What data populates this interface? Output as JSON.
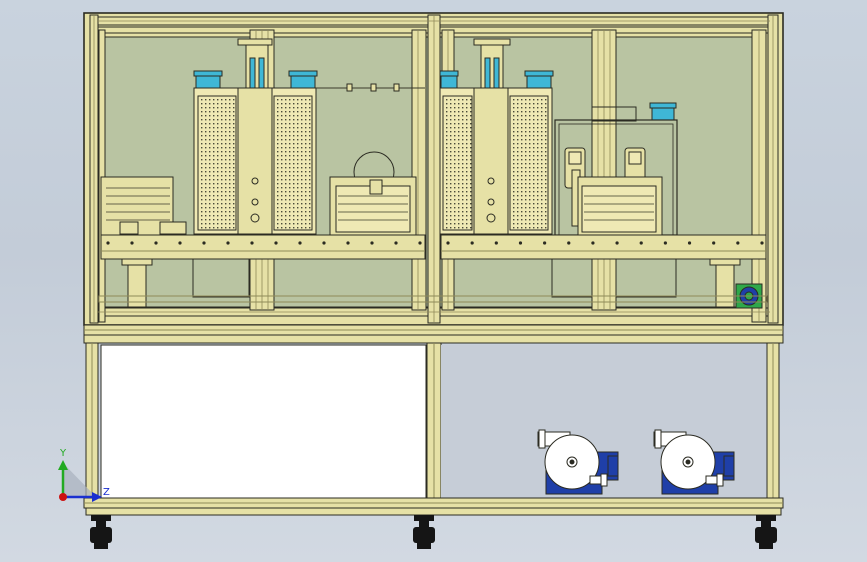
{
  "viewport": {
    "background": "#c9d3de",
    "triad": {
      "y_label": "Y",
      "z_label": "Z",
      "y_color": "#22aa22",
      "z_color": "#1a2fd0",
      "origin_color": "#cc1111"
    }
  },
  "colors": {
    "frame": "#e6e1a6",
    "frame_dark": "#a8a36c",
    "outline": "#2b2b22",
    "inner_panel": "#b9c4a2",
    "mesh": "#efe9b4",
    "cyan_part": "#3fb7d6",
    "pump_blue": "#1f3fa8",
    "pump_white": "#ffffff",
    "casters": "#151515",
    "fan_green": "#2ea84a"
  },
  "assembly": {
    "upper_bays": 2,
    "lower_bays": 2,
    "pumps": 2,
    "casters": 3,
    "rail_holes_per_bay": 14
  }
}
